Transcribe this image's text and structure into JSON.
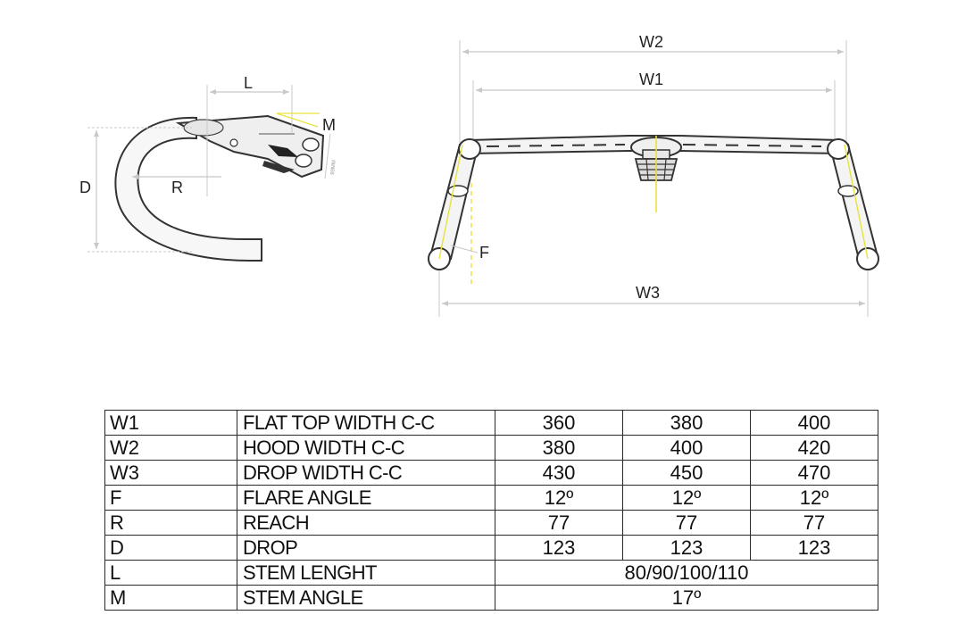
{
  "diagram_labels": {
    "side_view": {
      "length": "L",
      "stem_angle": "M",
      "drop": "D",
      "reach": "R",
      "stem_tiny": "99MM"
    },
    "front_view": {
      "hood_width": "W2",
      "flat_top_width": "W1",
      "flare": "F",
      "drop_width": "W3"
    }
  },
  "colors": {
    "line": "#333333",
    "dimension": "#c8c8c8",
    "accent": "#e9e23a"
  },
  "spec_table": {
    "rows": [
      {
        "code": "W1",
        "desc": "FLAT TOP WIDTH C-C",
        "values": [
          "360",
          "380",
          "400"
        ]
      },
      {
        "code": "W2",
        "desc": "HOOD WIDTH C-C",
        "values": [
          "380",
          "400",
          "420"
        ]
      },
      {
        "code": "W3",
        "desc": "DROP WIDTH C-C",
        "values": [
          "430",
          "450",
          "470"
        ]
      },
      {
        "code": "F",
        "desc": "FLARE ANGLE",
        "values": [
          "12º",
          "12º",
          "12º"
        ]
      },
      {
        "code": "R",
        "desc": "REACH",
        "values": [
          "77",
          "77",
          "77"
        ]
      },
      {
        "code": "D",
        "desc": "DROP",
        "values": [
          "123",
          "123",
          "123"
        ]
      },
      {
        "code": "L",
        "desc": "STEM LENGHT",
        "values": [
          "80/90/100/110"
        ]
      },
      {
        "code": "M",
        "desc": "STEM ANGLE",
        "values": [
          "17º"
        ]
      }
    ]
  }
}
